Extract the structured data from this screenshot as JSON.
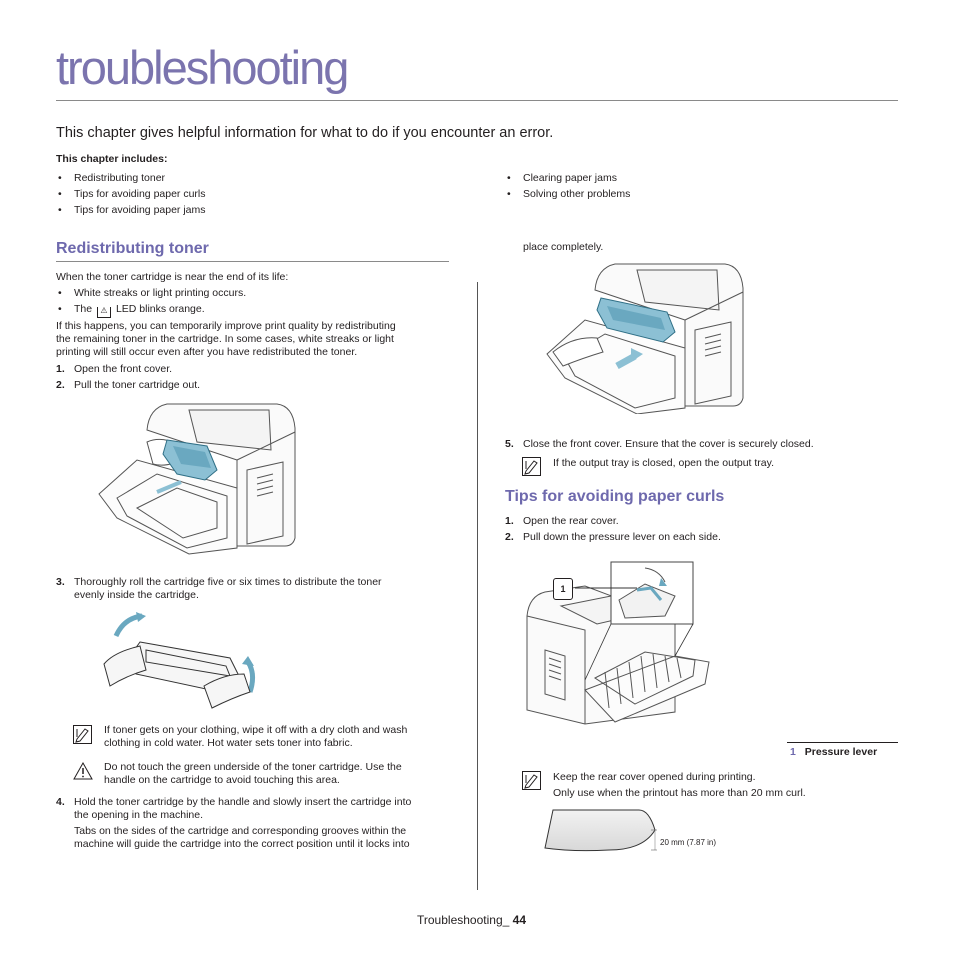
{
  "title": "troubleshooting",
  "intro": "This chapter gives helpful information for what to do if you encounter an error.",
  "includes_label": "This chapter includes:",
  "toc_left": [
    "Redistributing toner",
    "Tips for avoiding paper curls",
    "Tips for avoiding paper jams"
  ],
  "toc_right": [
    "Clearing paper jams",
    "Solving other problems"
  ],
  "section1": {
    "heading": "Redistributing toner",
    "lead": "When the toner cartridge is near the end of its life:",
    "bullets": [
      "White streaks or light printing occurs.",
      "The",
      "LED blinks orange."
    ],
    "para": [
      "If this happens, you can temporarily improve print quality by redistributing",
      "the remaining toner in the cartridge. In some cases, white streaks or light",
      "printing will still occur even after you have redistributed the toner."
    ],
    "steps": [
      {
        "n": "1.",
        "text": "Open the front cover."
      },
      {
        "n": "2.",
        "text": "Pull the toner cartridge out."
      }
    ],
    "step3": {
      "n": "3.",
      "lines": [
        "Thoroughly roll the cartridge five or six times to distribute the toner",
        "evenly inside the cartridge."
      ]
    },
    "note1": [
      "If toner gets on your clothing, wipe it off with a dry cloth and wash",
      "clothing in cold water. Hot water sets toner into fabric."
    ],
    "caution1": [
      "Do not touch the green underside of the toner cartridge. Use the",
      "handle on the cartridge to avoid touching this area."
    ],
    "step4": {
      "n": "4.",
      "lines": [
        "Hold the toner cartridge by the handle and slowly insert the cartridge into",
        "the opening in the machine."
      ]
    },
    "step4_more": [
      "Tabs on the sides of the cartridge and corresponding grooves within the",
      "machine will guide the cartridge into the correct position until it locks into"
    ],
    "continued": "place completely.",
    "step5": {
      "n": "5.",
      "text": "Close the front cover. Ensure that the cover is securely closed."
    },
    "note2": "If the output tray is closed, open the output tray."
  },
  "section2": {
    "heading": "Tips for avoiding paper curls",
    "steps": [
      {
        "n": "1.",
        "text": "Open the rear cover."
      },
      {
        "n": "2.",
        "text": "Pull down the pressure lever on each side."
      }
    ],
    "callout_num": "1",
    "legend_num": "1",
    "legend_text": "Pressure lever",
    "note_lines": [
      "Keep the rear cover opened during printing.",
      "Only use when the printout has more than 20 mm curl."
    ],
    "curl_label": "20 mm (7.87 in)"
  },
  "footer": {
    "label": "Troubleshooting_",
    "page": "44"
  },
  "colors": {
    "heading": "#6e69ad",
    "title": "#7b74ae",
    "toner": "#6aa8c0"
  }
}
